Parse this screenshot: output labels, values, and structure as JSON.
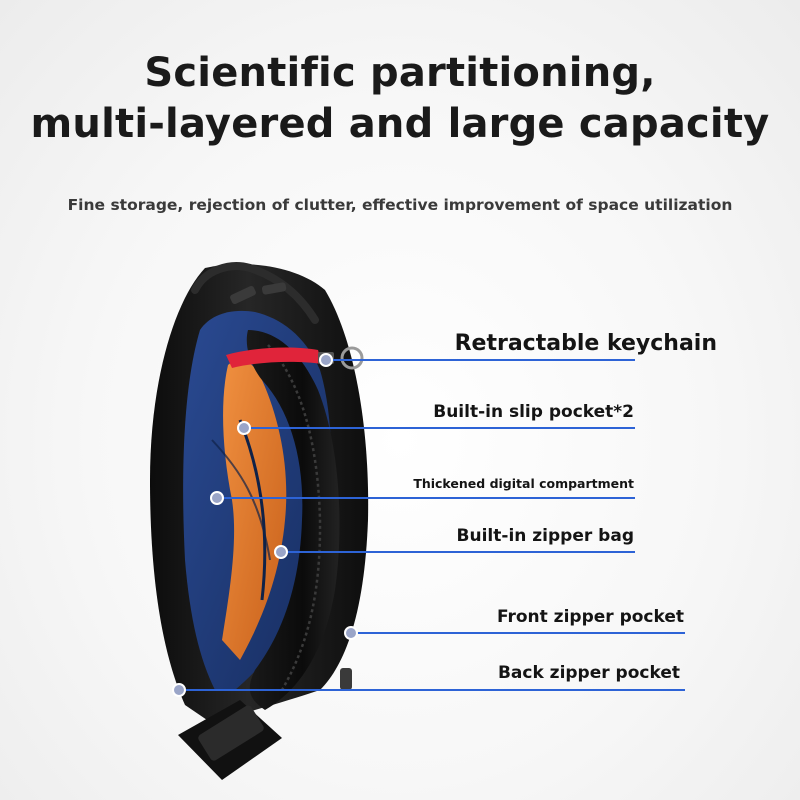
{
  "header": {
    "title_line1": "Scientific partitioning,",
    "title_line2": "multi-layered and large capacity",
    "subtitle": "Fine storage, rejection of clutter, effective improvement of space utilization"
  },
  "callouts": [
    {
      "id": "keychain",
      "label": "Retractable keychain"
    },
    {
      "id": "slip-pocket",
      "label": "Built-in slip pocket*2"
    },
    {
      "id": "digital",
      "label": "Thickened digital compartment"
    },
    {
      "id": "zipper-bag",
      "label": "Built-in zipper bag"
    },
    {
      "id": "front-pocket",
      "label": "Front zipper pocket"
    },
    {
      "id": "back-pocket",
      "label": "Back zipper pocket"
    }
  ],
  "colors": {
    "callout_line": "#2d63d6",
    "marker_fill": "#9aa5c8",
    "bag_body": "#141414",
    "lining_blue": "#1d3a78",
    "lining_orange": "#e07a24",
    "strap_red": "#e0243a"
  }
}
